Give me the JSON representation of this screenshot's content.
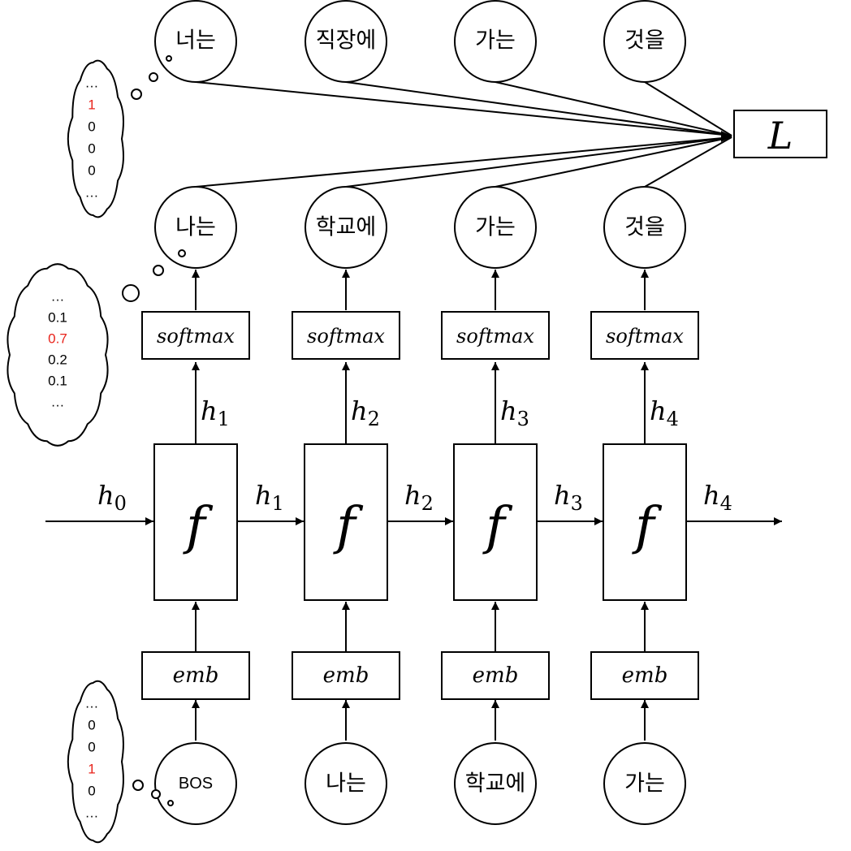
{
  "colors": {
    "stroke": "#000000",
    "highlight": "#e8231b",
    "background": "#ffffff"
  },
  "targets": [
    "너는",
    "직장에",
    "가는",
    "것을"
  ],
  "outputs": [
    "나는",
    "학교에",
    "가는",
    "것을"
  ],
  "inputs": [
    "BOS",
    "나는",
    "학교에",
    "가는"
  ],
  "softmax_label": "softmax",
  "emb_label": "emb",
  "cell_label": "f",
  "loss_label": "L",
  "hidden_states": [
    {
      "base": "h",
      "sub": "0"
    },
    {
      "base": "h",
      "sub": "1"
    },
    {
      "base": "h",
      "sub": "2"
    },
    {
      "base": "h",
      "sub": "3"
    },
    {
      "base": "h",
      "sub": "4"
    }
  ],
  "clouds": {
    "target_onehot": [
      "…",
      "1",
      "0",
      "0",
      "0",
      "…"
    ],
    "target_onehot_highlight": 1,
    "softmax_probs": [
      "…",
      "0.1",
      "0.7",
      "0.2",
      "0.1",
      "…"
    ],
    "softmax_probs_highlight": 2,
    "input_onehot": [
      "…",
      "0",
      "0",
      "1",
      "0",
      "…"
    ],
    "input_onehot_highlight": 3
  }
}
